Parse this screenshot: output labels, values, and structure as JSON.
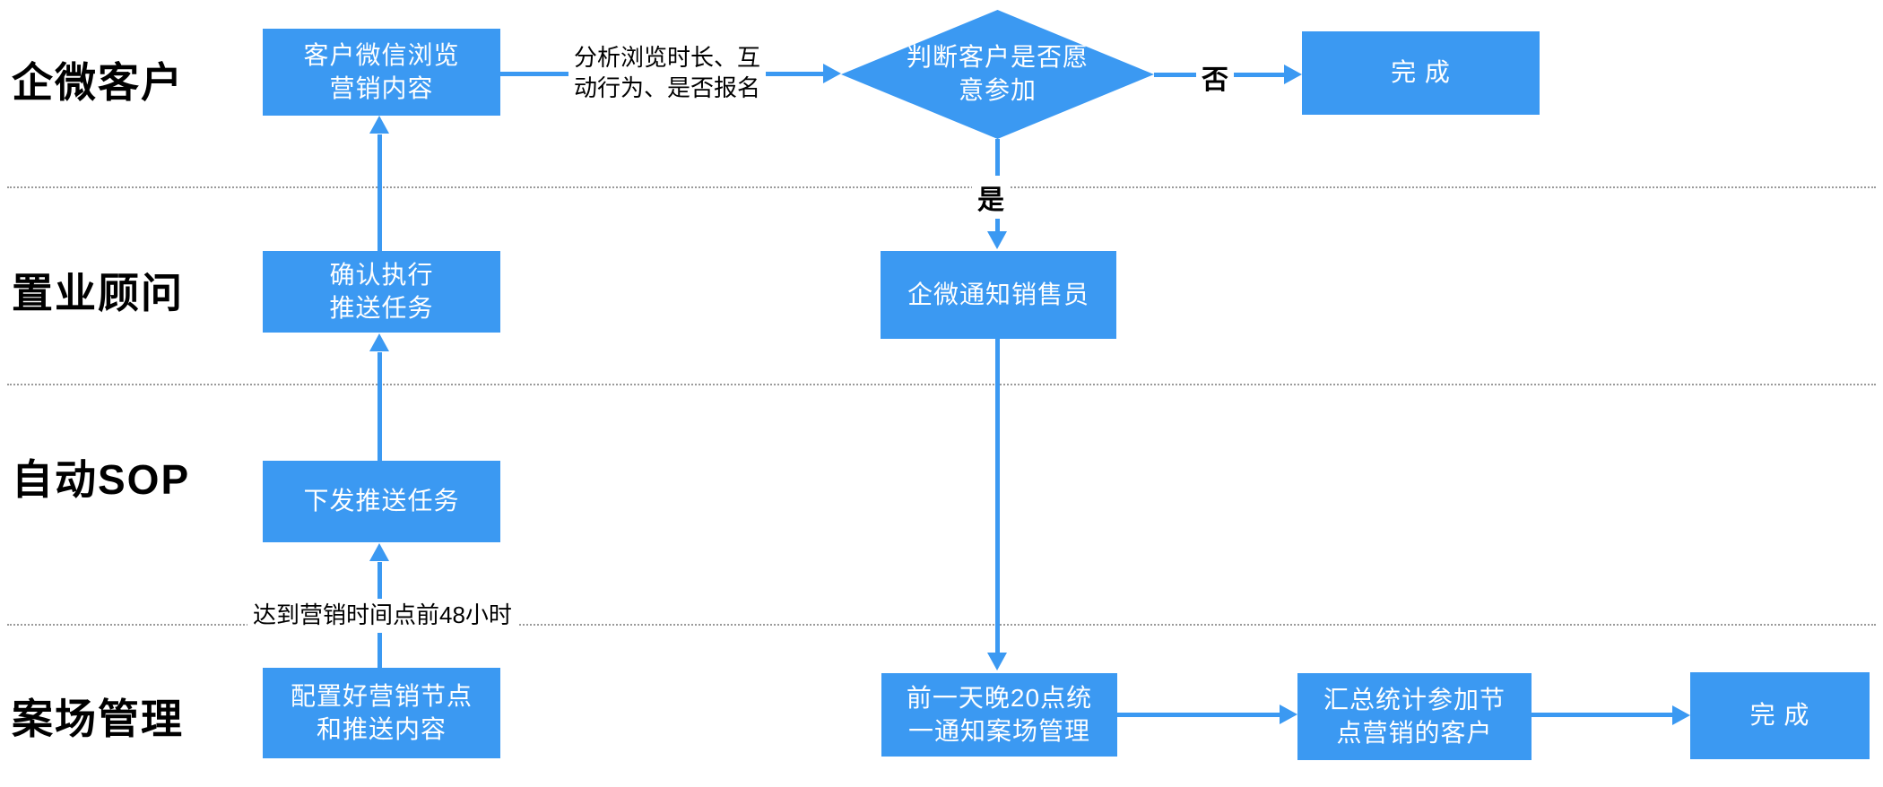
{
  "colors": {
    "accent": "#3B99F2",
    "divider": "#9A9A9A",
    "background": "#FFFFFF",
    "lane_label_text": "#000000",
    "node_text": "#FFFFFF",
    "edge_label_text": "#000000"
  },
  "lanes": [
    {
      "label": "企微客户"
    },
    {
      "label": "置业顾问"
    },
    {
      "label": "自动SOP"
    },
    {
      "label": "案场管理"
    }
  ],
  "nodes": {
    "browse": {
      "line1": "客户微信浏览",
      "line2": "营销内容"
    },
    "decision": {
      "line1": "判断客户是否愿",
      "line2": "意参加"
    },
    "done_top": {
      "line1": "完 成"
    },
    "confirm": {
      "line1": "确认执行",
      "line2": "推送任务"
    },
    "notify_sales": {
      "line1": "企微通知销售员"
    },
    "dispatch": {
      "line1": "下发推送任务"
    },
    "configure": {
      "line1": "配置好营销节点",
      "line2": "和推送内容"
    },
    "notify_mgmt": {
      "line1": "前一天晚20点统",
      "line2": "一通知案场管理"
    },
    "summarize": {
      "line1": "汇总统计参加节",
      "line2": "点营销的客户"
    },
    "done_bottom": {
      "line1": "完 成"
    }
  },
  "edge_labels": {
    "analyze": {
      "line1": "分析浏览时长、互",
      "line2": "动行为、是否报名"
    },
    "no": "否",
    "yes": "是",
    "lead_time": "达到营销时间点前48小时"
  }
}
